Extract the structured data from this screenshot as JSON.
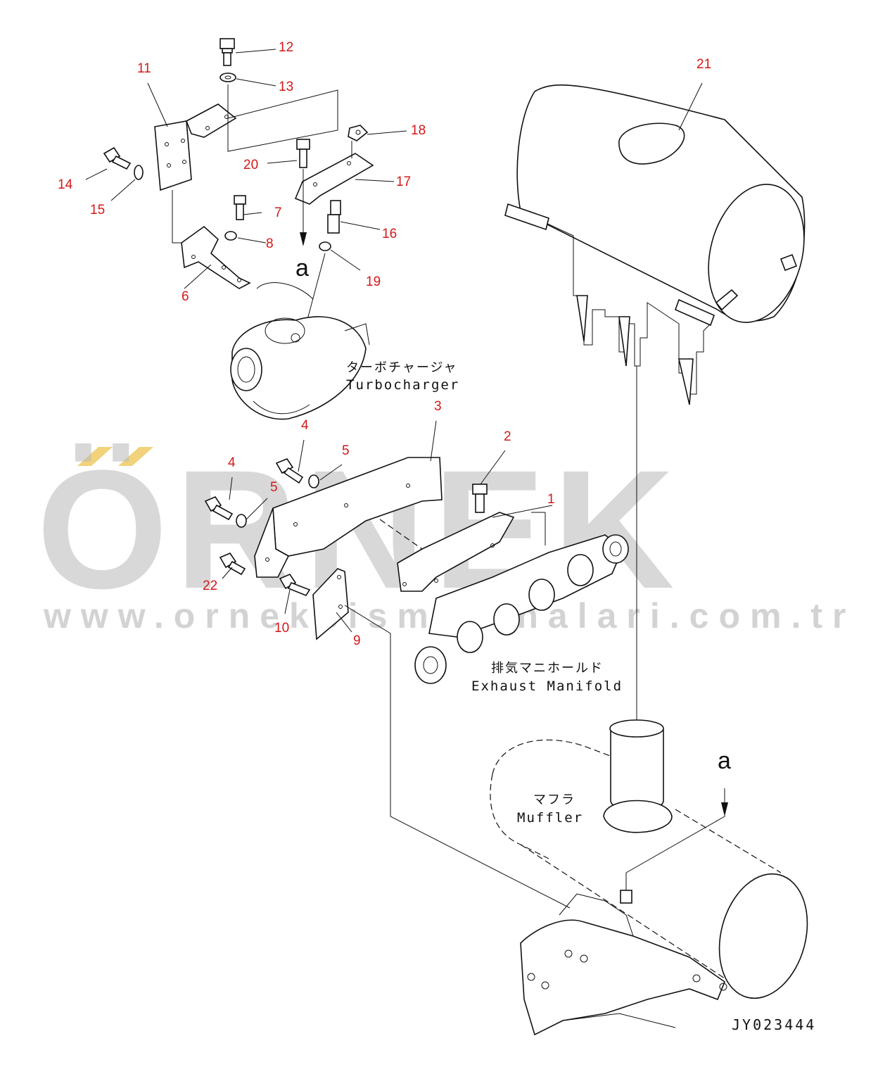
{
  "callouts": [
    {
      "num": "1"
    },
    {
      "num": "2"
    },
    {
      "num": "3"
    },
    {
      "num": "4"
    },
    {
      "num": "4"
    },
    {
      "num": "5"
    },
    {
      "num": "5"
    },
    {
      "num": "6"
    },
    {
      "num": "7"
    },
    {
      "num": "8"
    },
    {
      "num": "9"
    },
    {
      "num": "10"
    },
    {
      "num": "11"
    },
    {
      "num": "12"
    },
    {
      "num": "13"
    },
    {
      "num": "14"
    },
    {
      "num": "15"
    },
    {
      "num": "16"
    },
    {
      "num": "17"
    },
    {
      "num": "18"
    },
    {
      "num": "19"
    },
    {
      "num": "20"
    },
    {
      "num": "21"
    },
    {
      "num": "22"
    }
  ],
  "labels": {
    "turbo_jp": "ターボチャージャ",
    "turbo_en": "Turbocharger",
    "manifold_jp": "排気マニホールド",
    "manifold_en": "Exhaust Manifold",
    "muffler_jp": "マフラ",
    "muffler_en": "Muffler",
    "ref_a_top": "a",
    "ref_a_bottom": "a"
  },
  "watermark": {
    "brand": "ÖRNEK",
    "url": "www.orneksismakinalari.com.tr"
  },
  "doc_id": "JY023444",
  "colors": {
    "callout": "#d41818",
    "line": "#111111",
    "watermark": "#b9b9b9",
    "watermark_accent": "#f2d27a"
  }
}
